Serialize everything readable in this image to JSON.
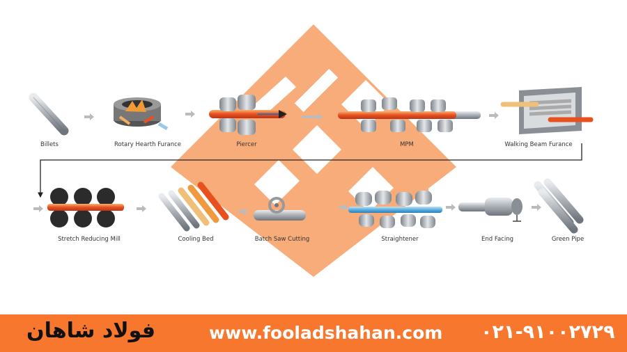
{
  "colors": {
    "watermark": "#f7a873",
    "footer": "#f7772e",
    "hot_steel": "#e8501e",
    "cool_pipe": "#5aaee0",
    "roller": "#b9bdc2"
  },
  "watermark": {
    "icon": "fooladshahan-logo"
  },
  "stages": [
    {
      "id": "billets",
      "label": "Billets",
      "icon": "billets-icon"
    },
    {
      "id": "rotary-hearth-furnace",
      "label": "Rotary Hearth Furance",
      "icon": "rotary-furnace-icon"
    },
    {
      "id": "piercer",
      "label": "Piercer",
      "icon": "piercer-icon"
    },
    {
      "id": "mpm",
      "label": "MPM",
      "icon": "mpm-icon"
    },
    {
      "id": "walking-beam-furnace",
      "label": "Walking Beam Furance",
      "icon": "walking-beam-icon"
    },
    {
      "id": "stretch-reducing-mill",
      "label": "Stretch Reducing Mill",
      "icon": "stretch-mill-icon"
    },
    {
      "id": "cooling-bed",
      "label": "Cooling Bed",
      "icon": "cooling-bed-icon"
    },
    {
      "id": "batch-saw-cutting",
      "label": "Batch Saw Cutting",
      "icon": "saw-icon"
    },
    {
      "id": "straightener",
      "label": "Straightener",
      "icon": "straightener-icon"
    },
    {
      "id": "end-facing",
      "label": "End Facing",
      "icon": "end-facing-icon"
    },
    {
      "id": "green-pipe",
      "label": "Green Pipe",
      "icon": "green-pipe-icon"
    }
  ],
  "footer": {
    "brand": "فولاد شاهان",
    "website": "www.fooladshahan.com",
    "phone": "۰۲۱-۹۱۰۰۲۷۲۹"
  }
}
